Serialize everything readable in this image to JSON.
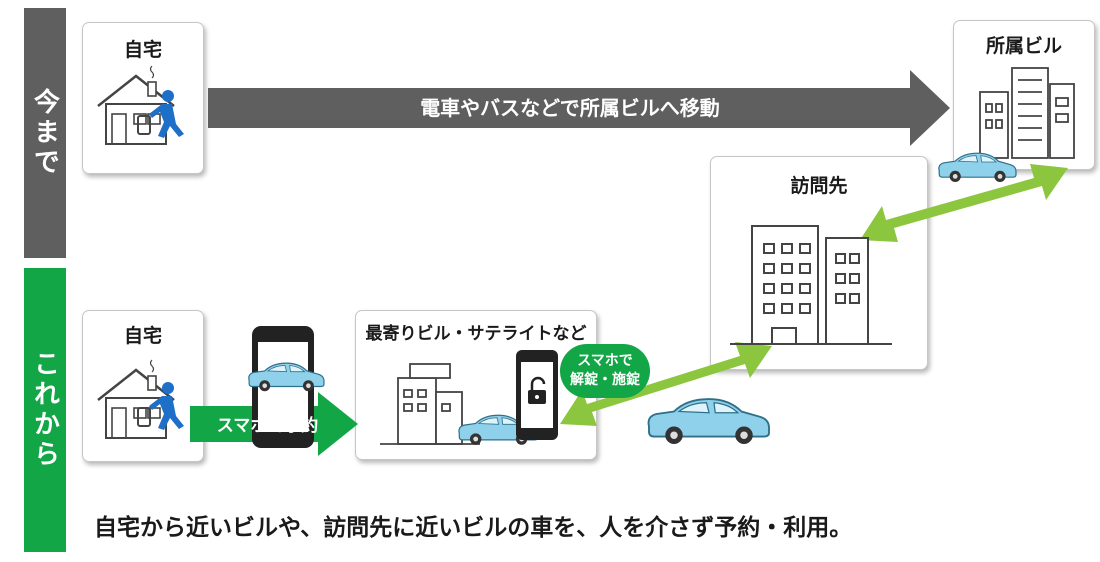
{
  "sidebar": {
    "now_label": "今まで",
    "future_label": "これから"
  },
  "cards": {
    "home_now": "自宅",
    "office": "所属ビル",
    "visit": "訪問先",
    "home_future": "自宅",
    "nearby": "最寄りビル・サテライトなど"
  },
  "arrows": {
    "commute": "電車やバスなどで所属ビルへ移動",
    "reserve": "スマホで予約"
  },
  "badge": {
    "line1": "スマホで",
    "line2": "解錠・施錠"
  },
  "caption": "自宅から近いビルや、訪問先に近いビルの車を、人を介さず予約・利用。",
  "colors": {
    "green": "#12a646",
    "light_green": "#8cc63f",
    "gray": "#5f5f5f",
    "car": "#8fd0ea"
  }
}
